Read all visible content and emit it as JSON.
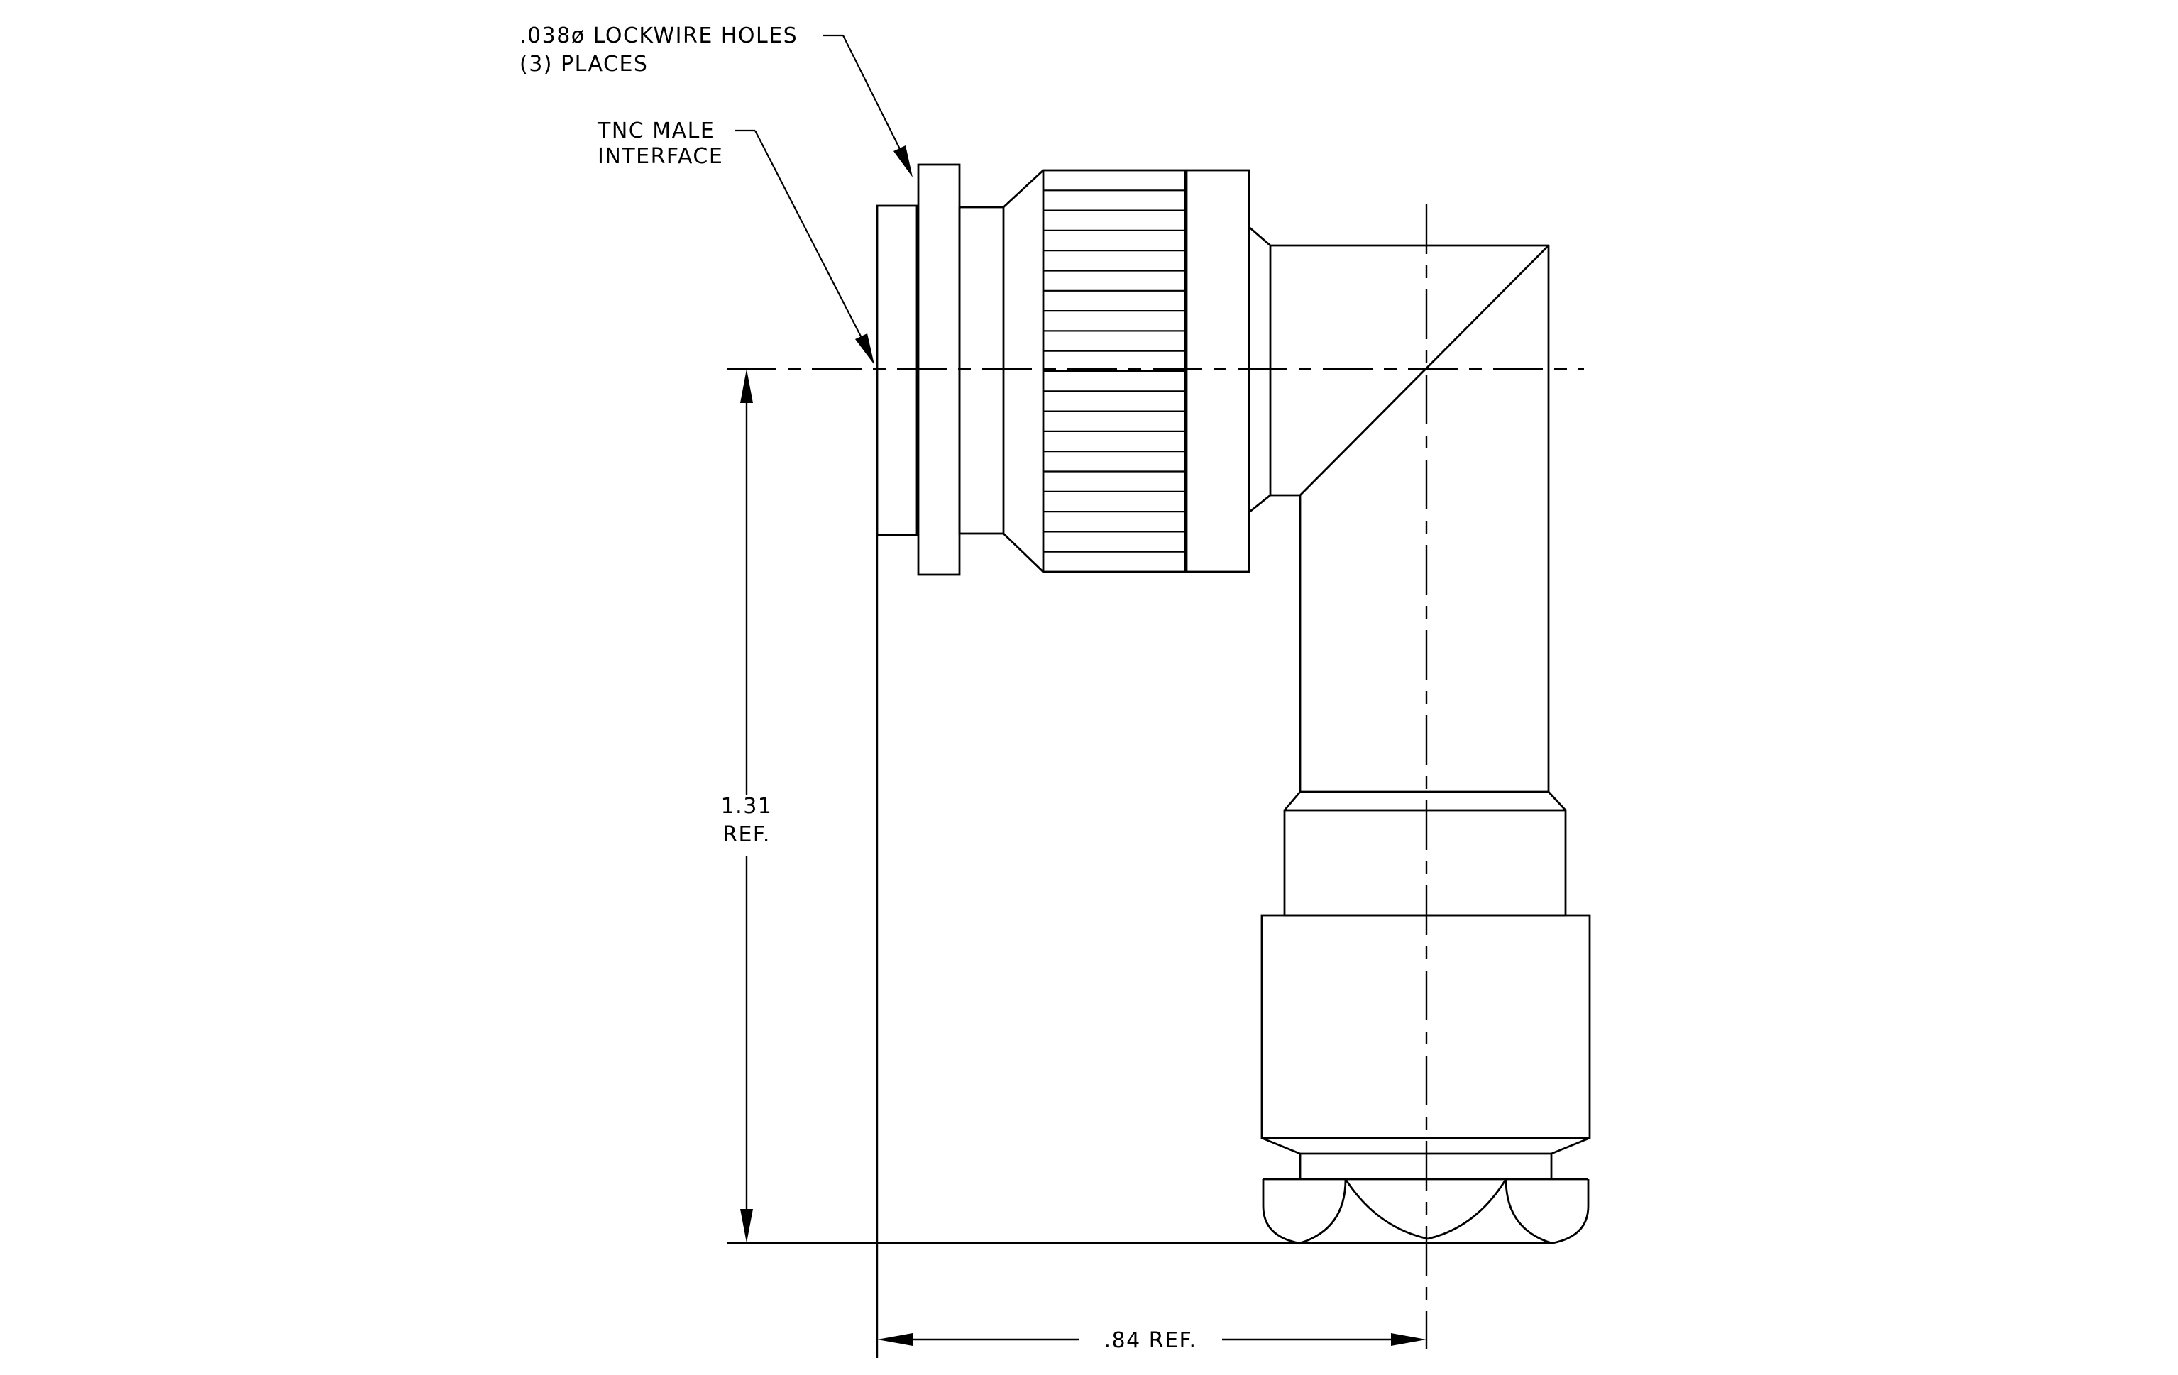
{
  "drawing": {
    "callouts": [
      {
        "line1": ".038ø LOCKWIRE HOLES",
        "line2": "(3)  PLACES"
      },
      {
        "line1": "TNC  MALE",
        "line2": "INTERFACE"
      }
    ],
    "dimensions": {
      "vertical": {
        "value": "1.31",
        "suffix": "REF."
      },
      "horizontal": {
        "text": ".84  REF."
      }
    }
  }
}
